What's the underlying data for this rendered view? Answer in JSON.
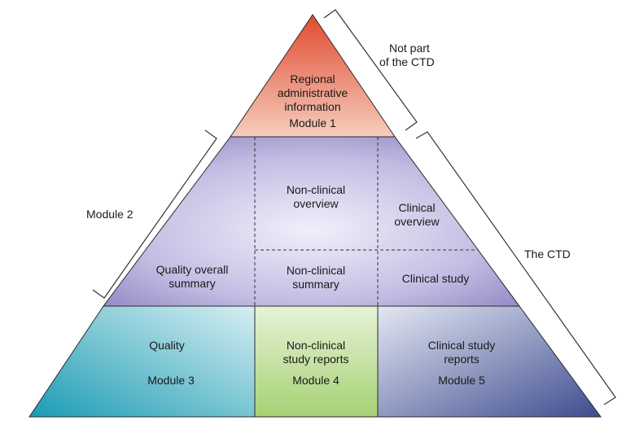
{
  "module1": {
    "title_lines": [
      "Regional",
      "administrative",
      "information"
    ],
    "module": "Module 1"
  },
  "module2": {
    "quality_overall_summary": [
      "Quality overall",
      "summary"
    ],
    "nonclinical_overview": [
      "Non-clinical",
      "overview"
    ],
    "clinical_overview": [
      "Clinical",
      "overview"
    ],
    "nonclinical_summary": [
      "Non-clinical",
      "summary"
    ],
    "clinical_study": "Clinical study"
  },
  "module3": {
    "title": "Quality",
    "module": "Module 3"
  },
  "module4": {
    "title_lines": [
      "Non-clinical",
      "study reports"
    ],
    "module": "Module 4"
  },
  "module5": {
    "title_lines": [
      "Clinical study",
      "reports"
    ],
    "module": "Module 5"
  },
  "brackets": {
    "not_part": [
      "Not part",
      "of the CTD"
    ],
    "module2": "Module 2",
    "the_ctd": "The CTD"
  },
  "colors": {
    "module1": "#e86a4f",
    "module2": "#9a8fc8",
    "module3": "#3aa6bd",
    "module4": "#a9d07a",
    "module5": "#4a5a9a",
    "outline": "#2b2b2b"
  }
}
